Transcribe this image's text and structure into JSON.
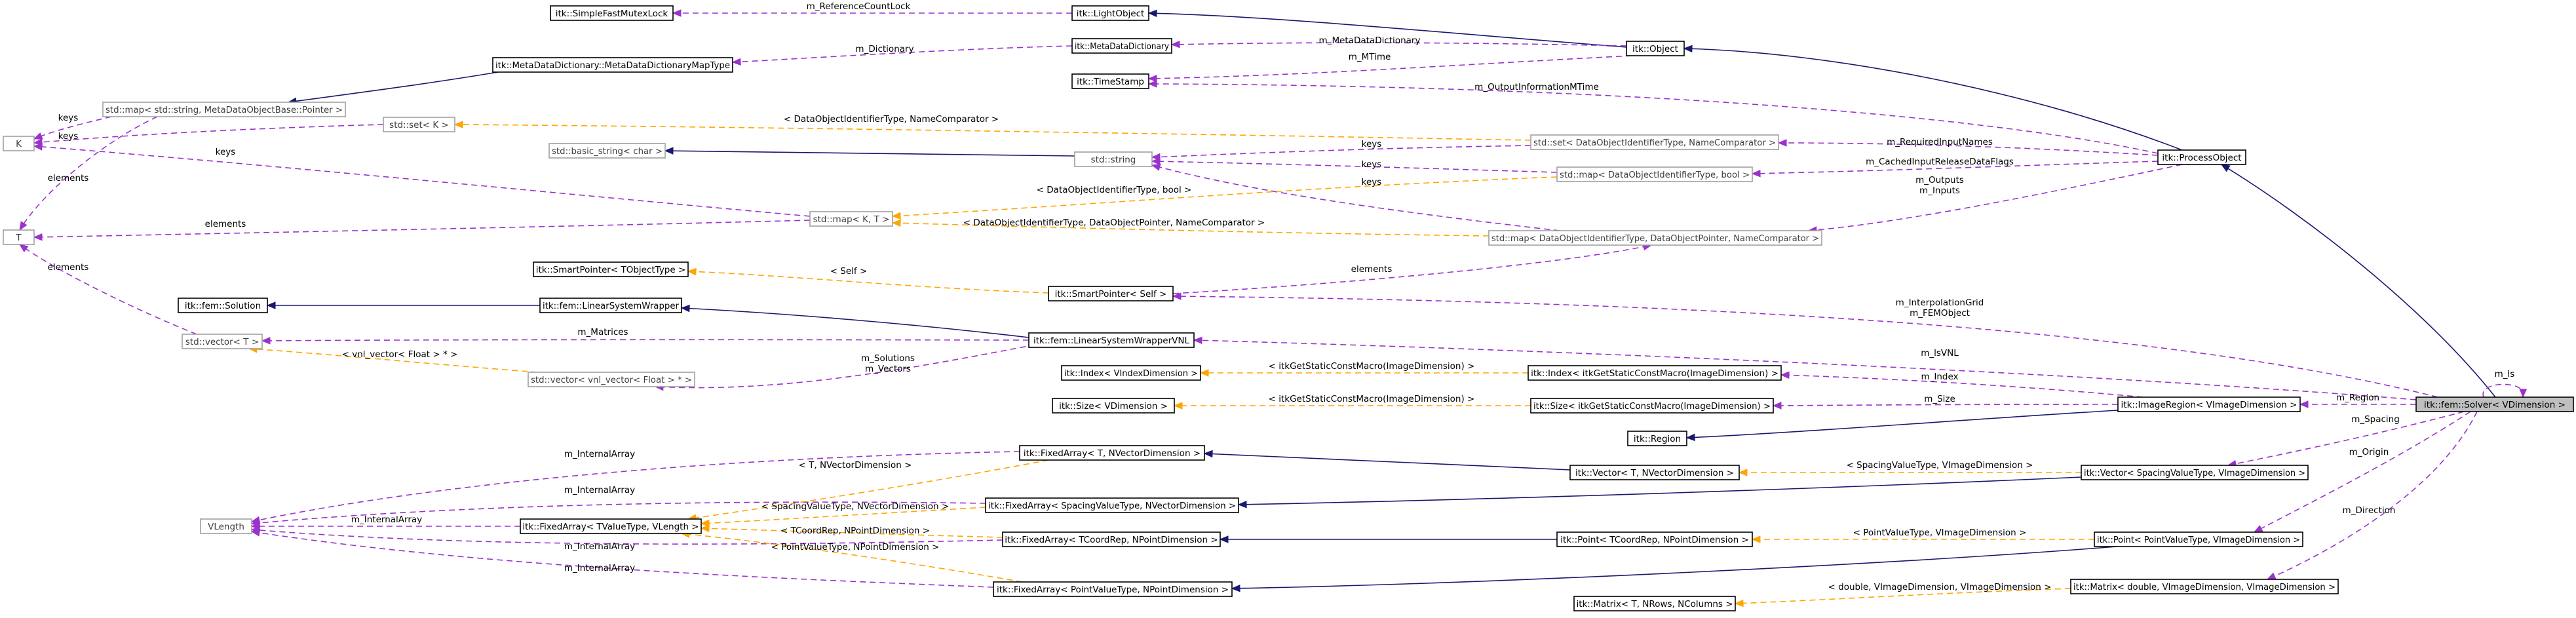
{
  "nodes": [
    {
      "id": "n_solver",
      "label": "itk::fem::Solver< VDimension >",
      "style": "hl"
    },
    {
      "id": "n_processobject",
      "label": "itk::ProcessObject",
      "style": "black"
    },
    {
      "id": "n_object",
      "label": "itk::Object",
      "style": "black"
    },
    {
      "id": "n_lightobject",
      "label": "itk::LightObject",
      "style": "black"
    },
    {
      "id": "n_mutex",
      "label": "itk::SimpleFastMutexLock",
      "style": "black"
    },
    {
      "id": "n_mdd",
      "label": "itk::MetaDataDictionary",
      "style": "black"
    },
    {
      "id": "n_timestamp",
      "label": "itk::TimeStamp",
      "style": "black"
    },
    {
      "id": "n_mddmaptype",
      "label": "itk::MetaDataDictionary::MetaDataDictionaryMapType",
      "style": "black"
    },
    {
      "id": "n_mapstring",
      "label": "std::map< std::string, MetaDataObjectBase::Pointer >",
      "style": "grey"
    },
    {
      "id": "n_K",
      "label": "K",
      "style": "grey"
    },
    {
      "id": "n_T",
      "label": "T",
      "style": "grey"
    },
    {
      "id": "n_setK",
      "label": "std::set< K >",
      "style": "grey"
    },
    {
      "id": "n_setDOI",
      "label": "std::set< DataObjectIdentifierType, NameComparator >",
      "style": "grey"
    },
    {
      "id": "n_basicstring",
      "label": "std::basic_string< char >",
      "style": "grey"
    },
    {
      "id": "n_stdstring",
      "label": "std::string",
      "style": "grey"
    },
    {
      "id": "n_mapbool",
      "label": "std::map< DataObjectIdentifierType, bool >",
      "style": "grey"
    },
    {
      "id": "n_mapKT",
      "label": "std::map< K, T >",
      "style": "grey"
    },
    {
      "id": "n_mapDOP",
      "label": "std::map< DataObjectIdentifierType, DataObjectPointer, NameComparator >",
      "style": "grey"
    },
    {
      "id": "n_spTObj",
      "label": "itk::SmartPointer< TObjectType >",
      "style": "black"
    },
    {
      "id": "n_spSelf",
      "label": "itk::SmartPointer< Self >",
      "style": "black"
    },
    {
      "id": "n_femsolution",
      "label": "itk::fem::Solution",
      "style": "black"
    },
    {
      "id": "n_lsw",
      "label": "itk::fem::LinearSystemWrapper",
      "style": "black"
    },
    {
      "id": "n_lswvnl",
      "label": "itk::fem::LinearSystemWrapperVNL",
      "style": "black"
    },
    {
      "id": "n_vectorT",
      "label": "std::vector< T >",
      "style": "grey"
    },
    {
      "id": "n_vectorvnl",
      "label": "std::vector< vnl_vector< Float > * >",
      "style": "grey"
    },
    {
      "id": "n_indexV",
      "label": "itk::Index< VIndexDimension >",
      "style": "black"
    },
    {
      "id": "n_indexItk",
      "label": "itk::Index< itkGetStaticConstMacro(ImageDimension) >",
      "style": "black"
    },
    {
      "id": "n_sizeV",
      "label": "itk::Size< VDimension >",
      "style": "black"
    },
    {
      "id": "n_sizeItk",
      "label": "itk::Size< itkGetStaticConstMacro(ImageDimension) >",
      "style": "black"
    },
    {
      "id": "n_region",
      "label": "itk::Region",
      "style": "black"
    },
    {
      "id": "n_imageregion",
      "label": "itk::ImageRegion< VImageDimension >",
      "style": "black"
    },
    {
      "id": "n_faT",
      "label": "itk::FixedArray< T, NVectorDimension >",
      "style": "black"
    },
    {
      "id": "n_vecT",
      "label": "itk::Vector< T, NVectorDimension >",
      "style": "black"
    },
    {
      "id": "n_vecSpacing",
      "label": "itk::Vector< SpacingValueType, VImageDimension >",
      "style": "black"
    },
    {
      "id": "n_faSpacing",
      "label": "itk::FixedArray< SpacingValueType, NVectorDimension >",
      "style": "black"
    },
    {
      "id": "n_vlength",
      "label": "VLength",
      "style": "grey"
    },
    {
      "id": "n_faTV",
      "label": "itk::FixedArray< TValueType, VLength >",
      "style": "black"
    },
    {
      "id": "n_faTCoord",
      "label": "itk::FixedArray< TCoordRep, NPointDimension >",
      "style": "black"
    },
    {
      "id": "n_pointT",
      "label": "itk::Point< TCoordRep, NPointDimension >",
      "style": "black"
    },
    {
      "id": "n_pointPV",
      "label": "itk::Point< PointValueType, VImageDimension >",
      "style": "black"
    },
    {
      "id": "n_faPV",
      "label": "itk::FixedArray< PointValueType, NPointDimension >",
      "style": "black"
    },
    {
      "id": "n_matrixD",
      "label": "itk::Matrix< double, VImageDimension, VImageDimension >",
      "style": "black"
    },
    {
      "id": "n_matrixT",
      "label": "itk::Matrix< T, NRows, NColumns >",
      "style": "black"
    }
  ],
  "edges": [
    {
      "id": "e_po_solver",
      "type": "inherit",
      "labels": []
    },
    {
      "id": "e_obj_po",
      "type": "inherit",
      "labels": []
    },
    {
      "id": "e_light_obj",
      "type": "inherit",
      "labels": []
    },
    {
      "id": "e_mutex_light",
      "type": "usage",
      "labels": [
        "m_ReferenceCountLock"
      ]
    },
    {
      "id": "e_mdd_obj",
      "type": "usage",
      "labels": [
        "m_MetaDataDictionary"
      ]
    },
    {
      "id": "e_ts_obj",
      "type": "usage",
      "labels": [
        "m_MTime"
      ]
    },
    {
      "id": "e_ts_po",
      "type": "usage",
      "labels": [
        "m_OutputInformationMTime"
      ]
    },
    {
      "id": "e_maptype_mdd",
      "type": "usage",
      "labels": [
        "m_Dictionary"
      ]
    },
    {
      "id": "e_mapstring_maptype",
      "type": "inherit",
      "labels": []
    },
    {
      "id": "e_K_mapstring",
      "type": "usage",
      "labels": [
        "keys"
      ]
    },
    {
      "id": "e_T_mapstring",
      "type": "usage",
      "labels": [
        "elements"
      ]
    },
    {
      "id": "e_K_setK",
      "type": "usage",
      "labels": [
        "keys"
      ]
    },
    {
      "id": "e_setK_setDOI",
      "type": "template",
      "labels": [
        "< DataObjectIdentifierType, NameComparator >"
      ]
    },
    {
      "id": "e_setDOI_po",
      "type": "usage",
      "labels": [
        "m_RequiredInputNames"
      ]
    },
    {
      "id": "e_basic_stdstring",
      "type": "inherit",
      "labels": []
    },
    {
      "id": "e_stdstring_setDOI",
      "type": "usage",
      "labels": [
        "keys"
      ]
    },
    {
      "id": "e_stdstring_mapbool",
      "type": "usage",
      "labels": [
        "keys"
      ]
    },
    {
      "id": "e_stdstring_mapDOP",
      "type": "usage",
      "labels": [
        "keys"
      ]
    },
    {
      "id": "e_mapbool_po",
      "type": "usage",
      "labels": [
        "m_CachedInputReleaseDataFlags"
      ]
    },
    {
      "id": "e_K_mapKT",
      "type": "usage",
      "labels": [
        "keys"
      ]
    },
    {
      "id": "e_T_mapKT",
      "type": "usage",
      "labels": [
        "elements"
      ]
    },
    {
      "id": "e_mapKT_mapbool",
      "type": "template",
      "labels": [
        "< DataObjectIdentifierType, bool >"
      ]
    },
    {
      "id": "e_mapKT_mapDOP",
      "type": "template",
      "labels": [
        "< DataObjectIdentifierType, DataObjectPointer, NameComparator >"
      ]
    },
    {
      "id": "e_mapDOP_po",
      "type": "usage",
      "labels": [
        "m_Outputs",
        "m_Inputs"
      ]
    },
    {
      "id": "e_spT_spSelf",
      "type": "template",
      "labels": [
        "< Self >"
      ]
    },
    {
      "id": "e_spSelf_mapDOP",
      "type": "usage",
      "labels": [
        "elements"
      ]
    },
    {
      "id": "e_spSelf_solver",
      "type": "usage",
      "labels": [
        "m_InterpolationGrid",
        "m_FEMObject"
      ]
    },
    {
      "id": "e_solution_lsw",
      "type": "inherit",
      "labels": []
    },
    {
      "id": "e_lsw_lswvnl",
      "type": "inherit",
      "labels": []
    },
    {
      "id": "e_T_vectorT",
      "type": "usage",
      "labels": [
        "elements"
      ]
    },
    {
      "id": "e_vectorT_lswvnl",
      "type": "usage",
      "labels": [
        "m_Matrices"
      ]
    },
    {
      "id": "e_vectorT_vectorvnl",
      "type": "template",
      "labels": [
        "< vnl_vector< Float > * >"
      ]
    },
    {
      "id": "e_vectorvnl_lswvnl",
      "type": "usage",
      "labels": [
        "m_Solutions",
        "m_Vectors"
      ]
    },
    {
      "id": "e_lswvnl_solver",
      "type": "usage",
      "labels": [
        "m_lsVNL"
      ]
    },
    {
      "id": "e_indexV_indexItk",
      "type": "template",
      "labels": [
        "< itkGetStaticConstMacro(ImageDimension) >"
      ]
    },
    {
      "id": "e_sizeV_sizeItk",
      "type": "template",
      "labels": [
        "< itkGetStaticConstMacro(ImageDimension) >"
      ]
    },
    {
      "id": "e_indexItk_ir",
      "type": "usage",
      "labels": [
        "m_Index"
      ]
    },
    {
      "id": "e_sizeItk_ir",
      "type": "usage",
      "labels": [
        "m_Size"
      ]
    },
    {
      "id": "e_region_ir",
      "type": "inherit",
      "labels": []
    },
    {
      "id": "e_ir_solver",
      "type": "usage",
      "labels": [
        "m_Region"
      ]
    },
    {
      "id": "e_solver_self",
      "type": "usage",
      "labels": [
        "m_ls"
      ]
    },
    {
      "id": "e_faT_vecT",
      "type": "inherit",
      "labels": []
    },
    {
      "id": "e_vecT_vecSpacing",
      "type": "template",
      "labels": [
        "< SpacingValueType, VImageDimension >"
      ]
    },
    {
      "id": "e_vecSpacing_solver",
      "type": "usage",
      "labels": [
        "m_Spacing"
      ]
    },
    {
      "id": "e_faSpacing_vecSpacing",
      "type": "inherit",
      "labels": []
    },
    {
      "id": "e_vlength_faT",
      "type": "usage",
      "labels": [
        "m_InternalArray"
      ]
    },
    {
      "id": "e_vlength_faSpacing",
      "type": "usage",
      "labels": [
        "m_InternalArray"
      ]
    },
    {
      "id": "e_vlength_faTV",
      "type": "usage",
      "labels": [
        "m_InternalArray"
      ]
    },
    {
      "id": "e_vlength_faTCoord",
      "type": "usage",
      "labels": [
        "m_InternalArray"
      ]
    },
    {
      "id": "e_vlength_faPV",
      "type": "usage",
      "labels": [
        "m_InternalArray"
      ]
    },
    {
      "id": "e_faTV_faT",
      "type": "template",
      "labels": [
        "< T, NVectorDimension >"
      ]
    },
    {
      "id": "e_faTV_faSpacing",
      "type": "template",
      "labels": [
        "< SpacingValueType, NVectorDimension >"
      ]
    },
    {
      "id": "e_faTV_faTCoord",
      "type": "template",
      "labels": [
        "< TCoordRep, NPointDimension >"
      ]
    },
    {
      "id": "e_faTV_faPV",
      "type": "template",
      "labels": [
        "< PointValueType, NPointDimension >"
      ]
    },
    {
      "id": "e_faTCoord_pointT",
      "type": "inherit",
      "labels": []
    },
    {
      "id": "e_pointT_pointPV",
      "type": "template",
      "labels": [
        "< PointValueType, VImageDimension >"
      ]
    },
    {
      "id": "e_faPV_pointPV",
      "type": "inherit",
      "labels": []
    },
    {
      "id": "e_pointPV_solver",
      "type": "usage",
      "labels": [
        "m_Origin"
      ]
    },
    {
      "id": "e_matrixT_matrixD",
      "type": "template",
      "labels": [
        "< double, VImageDimension, VImageDimension >"
      ]
    },
    {
      "id": "e_matrixD_solver",
      "type": "usage",
      "labels": [
        "m_Direction"
      ]
    }
  ]
}
